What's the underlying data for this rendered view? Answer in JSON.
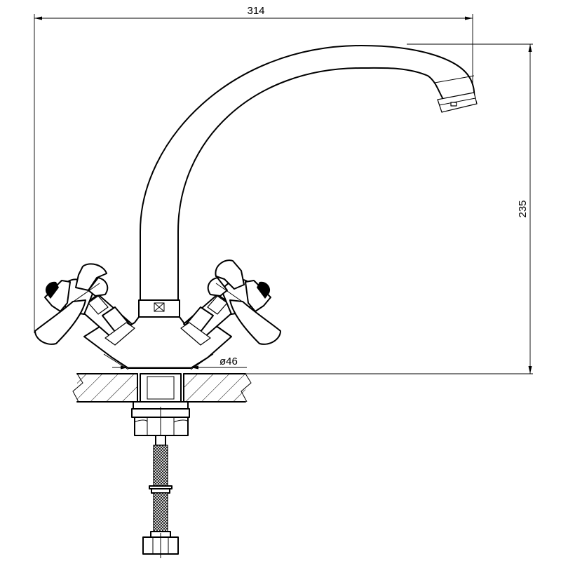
{
  "diagram": {
    "dimensions": {
      "width": "314",
      "height": "235",
      "diameter": "ø46"
    }
  }
}
